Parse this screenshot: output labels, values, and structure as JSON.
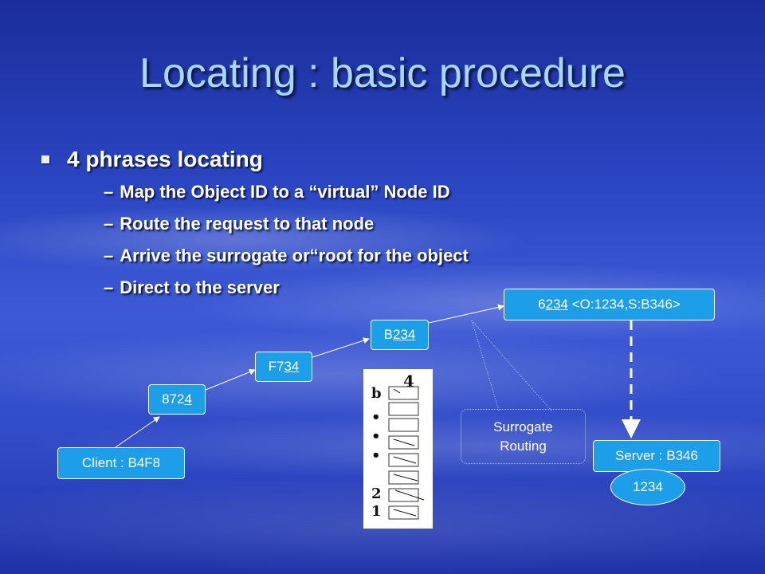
{
  "title": "Locating : basic procedure",
  "bullet": "4 phrases locating",
  "sub_items": [
    {
      "dash": "–",
      "text": "Map the Object ID to a “virtual” Node ID"
    },
    {
      "dash": "–",
      "text": "Route the request to that node"
    },
    {
      "dash": "–",
      "text": "Arrive the surrogate or“root for the object"
    },
    {
      "dash": "–",
      "text": "Direct to the server"
    }
  ],
  "nodes": {
    "client": "Client : B4F8",
    "n8724": {
      "pre": "872",
      "und": "4"
    },
    "nf734": {
      "pre": "F7",
      "und": "34"
    },
    "nb234": {
      "pre": "B",
      "und": "234"
    },
    "n6234": {
      "pre": "6",
      "und": "234",
      "post": " <O:1234,S:B346>"
    },
    "server": "Server : B346",
    "object": "1234"
  },
  "surrogate": {
    "line1": "Surrogate",
    "line2": "Routing"
  },
  "routing_table": {
    "top_digit": "4",
    "row_labels": [
      "b",
      "•",
      "•",
      "•",
      "2",
      "1"
    ]
  },
  "colors": {
    "node_fill": "#1c9ee8",
    "title": "#a8d8ff"
  }
}
